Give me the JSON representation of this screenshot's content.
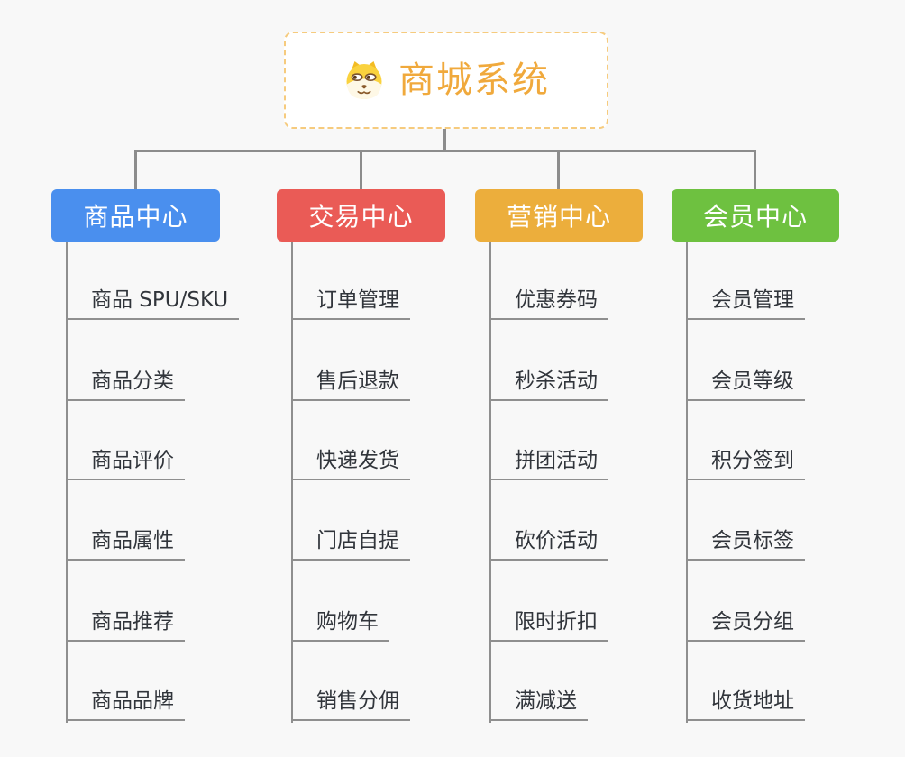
{
  "root": {
    "title": "商城系统",
    "icon": "dog-face-icon"
  },
  "branches": [
    {
      "label": "商品中心",
      "color": "#4A8FEE",
      "items": [
        "商品 SPU/SKU",
        "商品分类",
        "商品评价",
        "商品属性",
        "商品推荐",
        "商品品牌"
      ]
    },
    {
      "label": "交易中心",
      "color": "#EA5B56",
      "items": [
        "订单管理",
        "售后退款",
        "快递发货",
        "门店自提",
        "购物车",
        "销售分佣"
      ]
    },
    {
      "label": "营销中心",
      "color": "#ECAE3C",
      "items": [
        "优惠券码",
        "秒杀活动",
        "拼团活动",
        "砍价活动",
        "限时折扣",
        "满减送"
      ]
    },
    {
      "label": "会员中心",
      "color": "#6EC140",
      "items": [
        "会员管理",
        "会员等级",
        "积分签到",
        "会员标签",
        "会员分组",
        "收货地址"
      ]
    }
  ],
  "colors": {
    "background": "#F8F8F8",
    "connector": "#8C8C8C",
    "root_border": "#F6CB7E",
    "root_title": "#F0A93C",
    "leaf_text": "#31353B",
    "leaf_underline": "#8F8F8F"
  }
}
